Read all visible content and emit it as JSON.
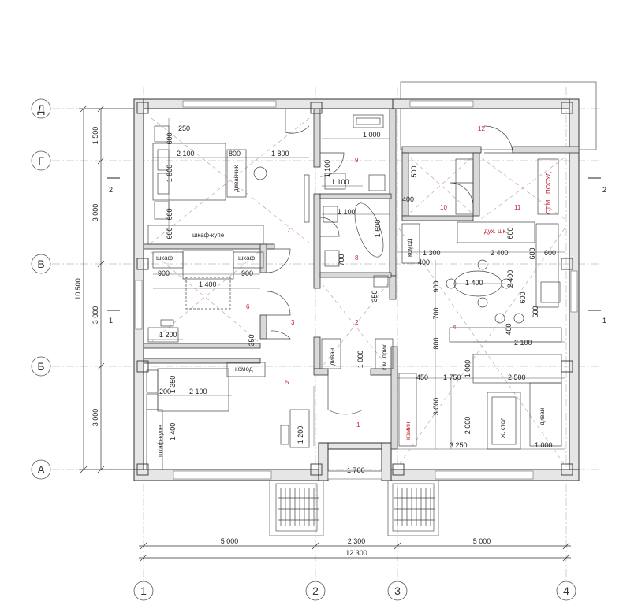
{
  "axes": {
    "rows": [
      "Д",
      "Г",
      "В",
      "Б",
      "А"
    ],
    "cols": [
      "1",
      "2",
      "3",
      "4"
    ]
  },
  "dimensions": {
    "left": [
      "1 500",
      "3 000",
      "3 000",
      "3 000"
    ],
    "left_total": "10 500",
    "bottom": [
      "5 000",
      "2 300",
      "5 000"
    ],
    "bottom_total": "12 300",
    "inner": {
      "d250": "250",
      "d600a": "600",
      "d2100a": "2 100",
      "d800": "800",
      "d1800a": "1 800",
      "d1800b": "1 800",
      "d600b": "600",
      "d600c": "600",
      "d900a": "900",
      "d1400a": "1 400",
      "d900b": "900",
      "d1200a": "1 200",
      "d350a": "350",
      "d200": "200",
      "d2100b": "2 100",
      "d1350": "1 350",
      "d1400b": "1 400",
      "d1200b": "1 200",
      "d1000a": "1 000",
      "d1100a": "1 100",
      "d1100b": "1 100",
      "d1100c": "1 100",
      "d1600": "1 600",
      "d700a": "700",
      "d350b": "350",
      "d1000b": "1 000",
      "d1700": "1 700",
      "d500": "500",
      "d400a": "400",
      "d1300": "1 300",
      "d400b": "400",
      "d2400a": "2 400",
      "d600d": "600",
      "d600e": "600",
      "d600f": "600",
      "d1400c": "1 400",
      "d900c": "900",
      "d700b": "700",
      "d800b": "800",
      "d2400b": "2 400",
      "d600g": "600",
      "d600h": "600",
      "d400c": "400",
      "d2100c": "2 100",
      "d450": "450",
      "d1750": "1 750",
      "d1000c": "1 000",
      "d2500": "2 500",
      "d3000": "3 000",
      "d2000": "2 000",
      "d3250": "3 250",
      "d1000d": "1 000"
    }
  },
  "rooms": {
    "r1": "1",
    "r2": "2",
    "r3": "3",
    "r4": "4",
    "r5": "5",
    "r6": "6",
    "r7": "7",
    "r8": "8",
    "r9": "9",
    "r10": "10",
    "r11": "11",
    "r12": "12"
  },
  "furniture": {
    "shkaf_kupe_top": "шкаф-купе",
    "shkaf_left": "шкаф",
    "shkaf_right": "шкаф",
    "divanchik": "диванчик",
    "komod_mid": "комод",
    "shkaf_kupe_bottom": "шкаф-купе",
    "divan_hall": "диван",
    "km_prikh": "к.м. прих.",
    "kamin": "камин",
    "komod_kitchen": "комод",
    "dukh_shk": "дух. шк.",
    "posudom": "ПОСУД.",
    "st_m": "СТ.М.",
    "zh_stol": "ж. стол",
    "divan_living": "диван"
  },
  "section_marks": {
    "s2_left": "2",
    "s2_right": "2",
    "s1_left": "1",
    "s1_right": "1"
  },
  "colors": {
    "line": "#3a3a3a",
    "wall_fill": "#e6e6e6",
    "room_label": "#c0202a",
    "axis_line": "#b8b8b8",
    "dashed": "#c9a3a8"
  }
}
